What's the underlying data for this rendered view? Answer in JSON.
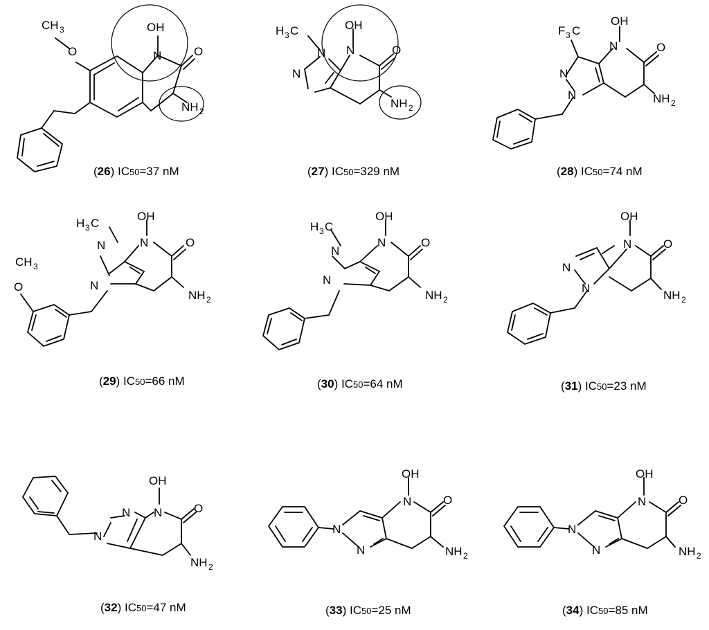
{
  "compounds": [
    {
      "id": "26",
      "ic50_label": "IC",
      "ic50_sub": "50",
      "ic50_value": "=37 nM"
    },
    {
      "id": "27",
      "ic50_label": "IC",
      "ic50_sub": "50",
      "ic50_value": "=329 nM"
    },
    {
      "id": "28",
      "ic50_label": "IC",
      "ic50_sub": "50",
      "ic50_value": "=74 nM"
    },
    {
      "id": "29",
      "ic50_label": "IC",
      "ic50_sub": "50",
      "ic50_value": "=66 nM"
    },
    {
      "id": "30",
      "ic50_label": "IC",
      "ic50_sub": "50",
      "ic50_value": "=64 nM"
    },
    {
      "id": "31",
      "ic50_label": "IC",
      "ic50_sub": "50",
      "ic50_value": "=23 nM"
    },
    {
      "id": "32",
      "ic50_label": "IC",
      "ic50_sub": "50",
      "ic50_value": "=47 nM"
    },
    {
      "id": "33",
      "ic50_label": "IC",
      "ic50_sub": "50",
      "ic50_value": "=25 nM"
    },
    {
      "id": "34",
      "ic50_label": "IC",
      "ic50_sub": "50",
      "ic50_value": "=85 nM"
    }
  ],
  "atom_labels": {
    "oh": "OH",
    "o": "O",
    "n": "N",
    "nh2_main": "NH",
    "nh2_sub": "2",
    "h3c_main": "H",
    "h3c_sub": "3",
    "h3c_c": "C",
    "ch3_main": "CH",
    "ch3_sub": "3",
    "f3c_main": "F",
    "f3c_sub": "3",
    "f3c_c": "C"
  }
}
